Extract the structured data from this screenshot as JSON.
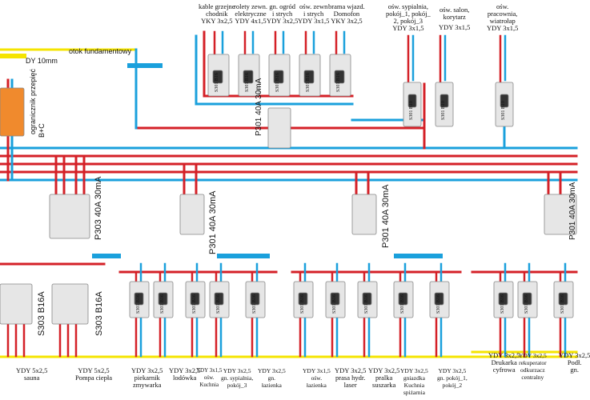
{
  "top_labels": [
    {
      "id": "t1",
      "lines": [
        "kable grzejne",
        "chodnik",
        "YKY 3x2,5"
      ]
    },
    {
      "id": "t2",
      "lines": [
        "rolety zewn.",
        "elektryczne",
        "YDY 4x1,5"
      ]
    },
    {
      "id": "t3",
      "lines": [
        "gn. ogród",
        "i strych",
        "YDY 3x2,5"
      ]
    },
    {
      "id": "t4",
      "lines": [
        "ośw. zewn",
        "i strych",
        "YDY 3x1,5"
      ]
    },
    {
      "id": "t5",
      "lines": [
        "brama wjazd.",
        "Domofon",
        "YKY 3x2,5"
      ]
    },
    {
      "id": "t6",
      "lines": [
        "ośw. sypialnia,",
        "pokój_1, pokój_",
        "2, pokój_3",
        "YDY 3x1,5"
      ]
    },
    {
      "id": "t7",
      "lines": [
        "ośw. salon,",
        "korytarz",
        "YDY 3x1,5"
      ]
    },
    {
      "id": "t8",
      "lines": [
        "ośw.",
        "pracownia,",
        "wiatrołap",
        "YDY 3x1,5"
      ]
    }
  ],
  "notes": {
    "dy": "DY 10mm",
    "otok": "otok fundamentowy",
    "surge": "ogranicznik przepięć",
    "surge2": "B+C"
  },
  "breakers": {
    "s301b16": "S301 B16",
    "s301b10": "S301 B10",
    "s303b16": "S303   B16A",
    "p301": "P301 40A 30mA",
    "p303": "P303 40A 30mA"
  },
  "bottom_labels": [
    {
      "id": "b1",
      "lines": [
        "YDY 5x2,5",
        "sauna"
      ]
    },
    {
      "id": "b2",
      "lines": [
        "YDY 5x2,5",
        "Pompa ciepła"
      ]
    },
    {
      "id": "b3",
      "lines": [
        "YDY 3x2,5",
        "piekarnik",
        "zmywarka"
      ]
    },
    {
      "id": "b4",
      "lines": [
        "YDY 3x2,5",
        "lodówka"
      ]
    },
    {
      "id": "b5",
      "lines": [
        "YDY 3x1,5",
        "ośw.",
        "Kuchnia"
      ]
    },
    {
      "id": "b6",
      "lines": [
        "YDY 3x2,5",
        "gn. sypialnia,",
        "pokój_3"
      ]
    },
    {
      "id": "b7",
      "lines": [
        "YDY 3x2,5",
        "gn.",
        "łazienka"
      ]
    },
    {
      "id": "b8",
      "lines": [
        "YDY 3x1,5",
        "ośw.",
        "łazienka"
      ]
    },
    {
      "id": "b9",
      "lines": [
        "YDY 3x2,5",
        "prasa hydr.",
        "laser"
      ]
    },
    {
      "id": "b10",
      "lines": [
        "YDY 3x2,5",
        "pralka",
        "suszarka"
      ]
    },
    {
      "id": "b11",
      "lines": [
        "YDY 3x2,5",
        "gniazdka",
        "Kuchnia",
        "spiżarnia"
      ]
    },
    {
      "id": "b12",
      "lines": [
        "YDY 3x2,5",
        "gn. pokój_1,",
        "pokój_2"
      ]
    },
    {
      "id": "b13",
      "lines": [
        "YDY 3x2,5",
        "Drukarka",
        "cyfrowa"
      ]
    },
    {
      "id": "b14",
      "lines": [
        "YDY 3x2,5",
        "rekuperator",
        "odkurzacz",
        "centralny"
      ]
    },
    {
      "id": "b15",
      "lines": [
        "YDY 3x2,5",
        "Podł.",
        "gn."
      ]
    }
  ],
  "colors": {
    "red": "#d42027",
    "blue": "#1aa0dc",
    "yellow": "#f5e400",
    "device": "#e6e6e6",
    "dark": "#333333"
  }
}
